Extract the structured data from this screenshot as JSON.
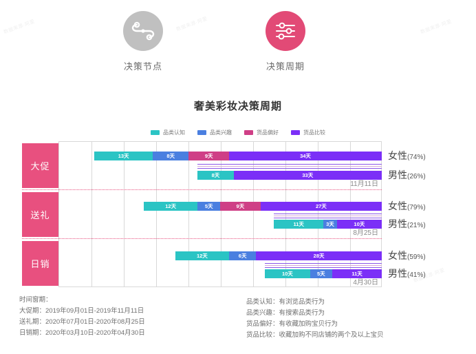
{
  "header": {
    "icons": [
      {
        "name": "decision-node",
        "caption": "决策节点",
        "color": "#c0c0c0",
        "glyph": "node-path-icon"
      },
      {
        "name": "decision-cycle",
        "caption": "决策周期",
        "color": "#e24a76",
        "glyph": "gantt-bars-icon"
      }
    ]
  },
  "chart_title": "奢美彩妆决策周期",
  "legend": [
    {
      "label": "品类认知",
      "color": "#2bc4c4"
    },
    {
      "label": "品类兴趣",
      "color": "#4a7fe0"
    },
    {
      "label": "货品偏好",
      "color": "#cf3f86"
    },
    {
      "label": "货品比较",
      "color": "#7b2ff7"
    }
  ],
  "chart_data": {
    "type": "bar",
    "orientation": "horizontal-stacked",
    "title": "奢美彩妆决策周期",
    "xlabel": "",
    "ylabel": "",
    "grid": true,
    "grid_columns": 10,
    "axis_total_days": 72,
    "legend_position": "top-center",
    "series": [
      {
        "name": "品类认知",
        "color": "#2bc4c4"
      },
      {
        "name": "品类兴趣",
        "color": "#4a7fe0"
      },
      {
        "name": "货品偏好",
        "color": "#cf3f86"
      },
      {
        "name": "货品比较",
        "color": "#7b2ff7"
      }
    ],
    "groups": [
      {
        "name": "大促",
        "end_date": "11月11日",
        "rows": [
          {
            "gender": "女性",
            "pct": "(74%)",
            "segments": [
              {
                "series": "品类认知",
                "label": "13天",
                "days": 13
              },
              {
                "series": "品类兴趣",
                "label": "8天",
                "days": 8
              },
              {
                "series": "货品偏好",
                "label": "9天",
                "days": 9
              },
              {
                "series": "货品比较",
                "label": "34天",
                "days": 34
              }
            ]
          },
          {
            "gender": "男性",
            "pct": "(26%)",
            "segments": [
              {
                "series": "品类认知",
                "label": "8天",
                "days": 8
              },
              {
                "series": "货品比较",
                "label": "33天",
                "days": 33
              }
            ]
          }
        ]
      },
      {
        "name": "送礼",
        "end_date": "8月25日",
        "rows": [
          {
            "gender": "女性",
            "pct": "(79%)",
            "segments": [
              {
                "series": "品类认知",
                "label": "12天",
                "days": 12
              },
              {
                "series": "品类兴趣",
                "label": "5天",
                "days": 5
              },
              {
                "series": "货品偏好",
                "label": "9天",
                "days": 9
              },
              {
                "series": "货品比较",
                "label": "27天",
                "days": 27
              }
            ]
          },
          {
            "gender": "男性",
            "pct": "(21%)",
            "segments": [
              {
                "series": "品类认知",
                "label": "11天",
                "days": 11
              },
              {
                "series": "品类兴趣",
                "label": "3天",
                "days": 3
              },
              {
                "series": "货品比较",
                "label": "10天",
                "days": 10
              }
            ]
          }
        ]
      },
      {
        "name": "日销",
        "end_date": "4月30日",
        "rows": [
          {
            "gender": "女性",
            "pct": "(59%)",
            "segments": [
              {
                "series": "品类认知",
                "label": "12天",
                "days": 12
              },
              {
                "series": "品类兴趣",
                "label": "6天",
                "days": 6
              },
              {
                "series": "货品比较",
                "label": "28天",
                "days": 28
              }
            ]
          },
          {
            "gender": "男性",
            "pct": "(41%)",
            "segments": [
              {
                "series": "品类认知",
                "label": "10天",
                "days": 10
              },
              {
                "series": "品类兴趣",
                "label": "5天",
                "days": 5
              },
              {
                "series": "货品比较",
                "label": "11天",
                "days": 11
              }
            ]
          }
        ]
      }
    ]
  },
  "footer": {
    "left_title": "时间窗期：",
    "left_lines": [
      "大促期：2019年09月01日-2019年11月11日",
      "送礼期：2020年07月01日-2020年08月25日",
      "日销期：2020年03月10日-2020年04月30日"
    ],
    "right_lines": [
      "品类认知：有浏览品类行为",
      "品类兴趣：有搜索品类行为",
      "货品偏好：有收藏加购宝贝行为",
      "货品比较：收藏加购不同店铺的两个及以上宝贝"
    ]
  }
}
